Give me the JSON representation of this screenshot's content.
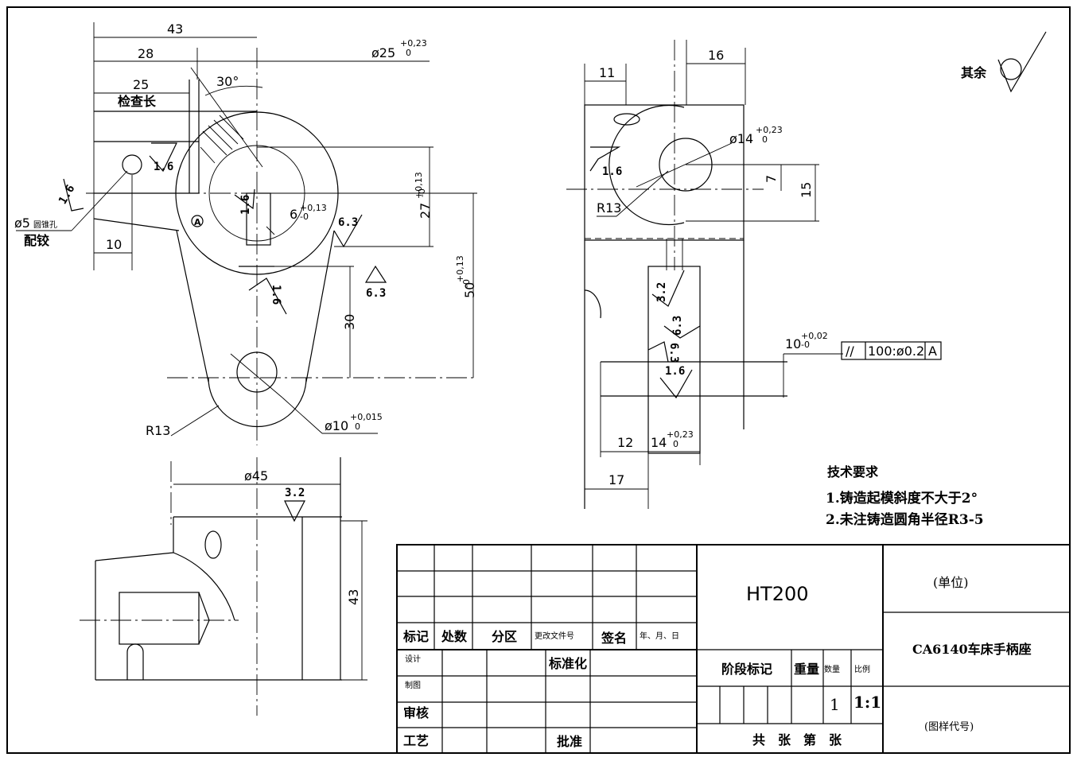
{
  "views": {
    "front": {
      "dims": {
        "d43": "43",
        "d28": "28",
        "d25": "25",
        "dia25": "ø25",
        "dia25_tol_top": "+0,23",
        "dia25_tol_bot": "0",
        "angle30": "30°",
        "check_len": "检查长",
        "r16a": "1.6",
        "r16b": "1.6",
        "r16c": "1.6",
        "r16d": "1.6",
        "d6": "6",
        "d6_tol_top": "+0,13",
        "d6_tol_bot": "-0",
        "r63a": "6.3",
        "r63b": "6.3",
        "d27": "27",
        "d27_tol": "+0,13",
        "d27_tol_bot": "-0",
        "dia5": "ø5",
        "dia5_note": "圆锥孔",
        "ream": "配铰",
        "d10": "10",
        "d30": "30",
        "d50": "50",
        "d50_tol": "+0,13",
        "d50_tol_bot": "-0",
        "r13": "R13",
        "dia10": "ø10",
        "dia10_tol_top": "+0,015",
        "dia10_tol_bot": "0",
        "datum_a": "A"
      }
    },
    "side": {
      "dims": {
        "d16": "16",
        "d11": "11",
        "dia14": "ø14",
        "dia14_tol_top": "+0,23",
        "dia14_tol_bot": "0",
        "r16a": "1.6",
        "r13": "R13",
        "d7": "7",
        "d15": "15",
        "r32": "3.2",
        "r63": "6.3",
        "r63b": "6.3",
        "r16b": "1.6",
        "d10": "10",
        "d10_tol_top": "+0,02",
        "d10_tol_bot": "-0",
        "fcf_symbol": "//",
        "fcf_value": "100:ø0.2",
        "fcf_datum": "A",
        "d12": "12",
        "d14": "14",
        "d14_tol_top": "+0,23",
        "d14_tol_bot": "0",
        "d17": "17"
      }
    },
    "top": {
      "dims": {
        "dia45": "ø45",
        "r32": "3.2",
        "d43": "43"
      }
    }
  },
  "roughness_rest": "其余",
  "tech_req": {
    "title": "技术要求",
    "items": [
      "1.铸造起模斜度不大于2°",
      "2.未注铸造圆角半径R3-5"
    ]
  },
  "title_block": {
    "material": "HT200",
    "unit": "(单位)",
    "part_name": "CA6140车床手柄座",
    "drawing_code": "(图样代号)",
    "mark": "标记",
    "count": "处数",
    "zone": "分区",
    "change_doc": "更改文件号",
    "signature": "签名",
    "date": "年、月、日",
    "design": "设计",
    "drawing": "制图",
    "review": "审核",
    "process": "工艺",
    "standardize": "标准化",
    "approve": "批准",
    "stage_mark": "阶段标记",
    "weight": "重量",
    "quantity_label": "数量",
    "scale_label": "比例",
    "quantity": "1",
    "scale": "1:1",
    "sheets": "共　张　第　张"
  }
}
